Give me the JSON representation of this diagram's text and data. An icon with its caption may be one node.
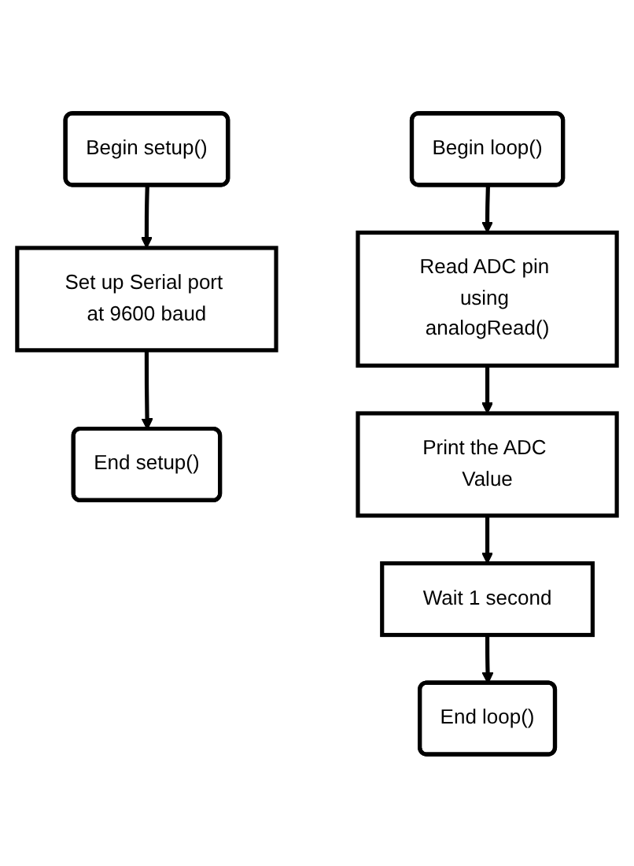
{
  "diagram": {
    "nodes": [
      {
        "text": [
          "Begin setup()"
        ]
      },
      {
        "text": [
          "Set up Serial port at 9600 baud"
        ]
      },
      {
        "text": [
          "End setup()"
        ]
      },
      {
        "text": [
          "Begin loop()"
        ]
      },
      {
        "text": [
          "Read ADC pin using analogRead()"
        ]
      },
      {
        "text": [
          "Print the ADC Value"
        ]
      },
      {
        "text": [
          "Wait 1 second"
        ]
      },
      {
        "text": [
          "End loop()"
        ]
      }
    ],
    "edges": [
      {
        "from": 0,
        "to": 1,
        "arrow": "to"
      },
      {
        "from": 1,
        "to": 2,
        "arrow": "to"
      },
      {
        "from": 3,
        "to": 4,
        "arrow": "to"
      },
      {
        "from": 4,
        "to": 5,
        "arrow": "to"
      },
      {
        "from": 5,
        "to": 6,
        "arrow": "to"
      },
      {
        "from": 6,
        "to": 7,
        "arrow": "to"
      }
    ]
  }
}
